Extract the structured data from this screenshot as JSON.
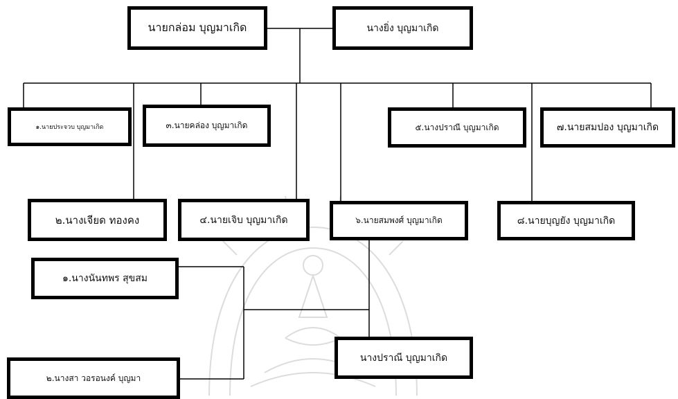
{
  "diagram": {
    "father": "นายกล่อม บุญมาเกิด",
    "mother": "นางยิ่ง บุญมาเกิด",
    "children": [
      "๑.นายประจวบ บุญมาเกิด",
      "๒.นางเจียด ทองคง",
      "๓.นายคล่อง บุญมาเกิด",
      "๔.นายเจิบ บุญมาเกิด",
      "๖.นายสมพงศ์ บุญมาเกิด",
      "๕.นางปราณี บุญมาเกิด",
      "๘.นายบุญยัง บุญมาเกิด",
      "๗.นายสมปอง บุญมาเกิด"
    ],
    "spouses": [
      "๑.นางนันทพร สุขสม",
      "๒.นางสา   วอรอนงค์ บุญมา"
    ],
    "grandchild": "นางปราณี บุญมาเกิด"
  },
  "colors": {
    "line": "#000000",
    "box_border": "#000000",
    "watermark": "#d9d9d9"
  }
}
